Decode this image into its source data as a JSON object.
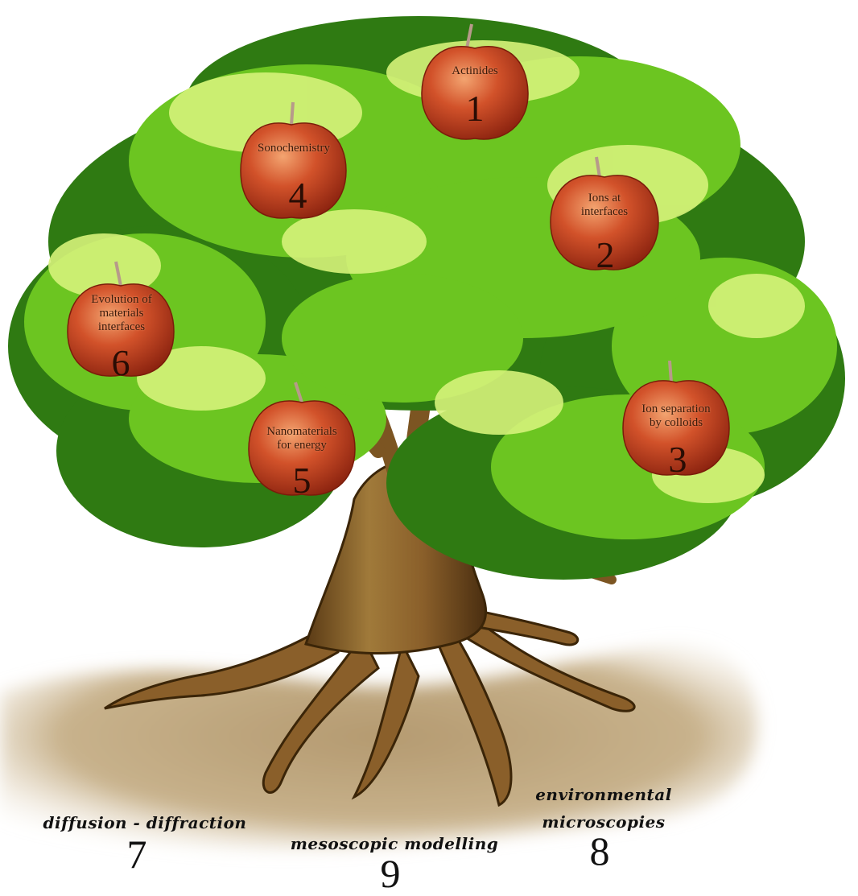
{
  "apples": [
    {
      "id": "actinides",
      "label_lines": [
        "Actinides"
      ],
      "number": "1"
    },
    {
      "id": "ions-at-interfaces",
      "label_lines": [
        "Ions at",
        "interfaces"
      ],
      "number": "2"
    },
    {
      "id": "ion-separation",
      "label_lines": [
        "Ion separation",
        "by colloids"
      ],
      "number": "3"
    },
    {
      "id": "sonochemistry",
      "label_lines": [
        "Sonochemistry"
      ],
      "number": "4"
    },
    {
      "id": "nanomaterials",
      "label_lines": [
        "Nanomaterials",
        "for energy"
      ],
      "number": "5"
    },
    {
      "id": "evolution",
      "label_lines": [
        "Evolution of",
        "materials",
        "interfaces"
      ],
      "number": "6"
    }
  ],
  "roots": [
    {
      "id": "diffusion",
      "label": "diffusion - diffraction",
      "number": "7"
    },
    {
      "id": "microscopies",
      "label_lines": [
        "environmental",
        "microscopies"
      ],
      "number": "8"
    },
    {
      "id": "modelling",
      "label": "mesoscopic modelling",
      "number": "9"
    }
  ],
  "colors": {
    "ground": "#c2ab85",
    "trunk": "#8a5f2a",
    "trunk_dark": "#4e3211",
    "foliage_dark": "#2f7a12",
    "foliage_mid": "#6cc521",
    "foliage_light": "#d6f27a",
    "apple": "#c9401c",
    "apple_highlight": "#f2a06a",
    "stem": "#b79a8a"
  }
}
